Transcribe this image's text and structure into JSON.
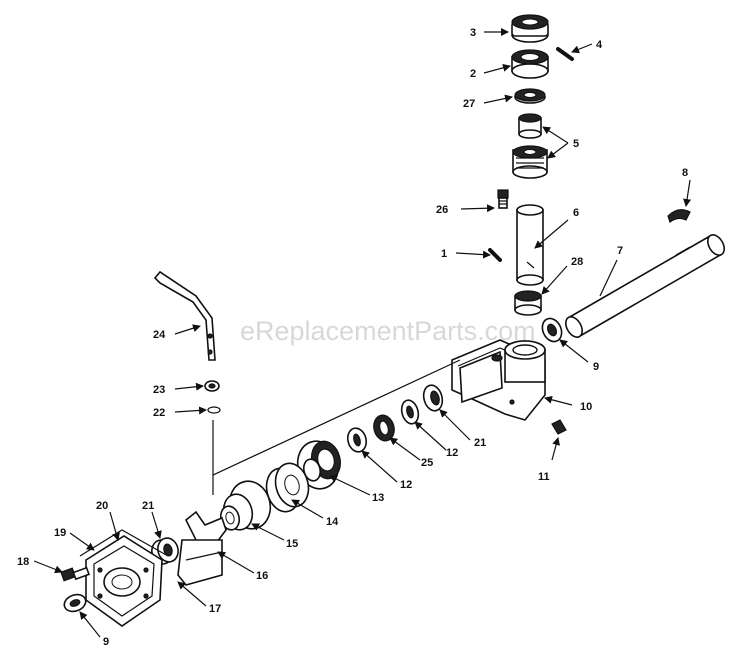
{
  "watermark": "eReplacementParts.com",
  "callouts": {
    "c1": "1",
    "c2": "2",
    "c3": "3",
    "c4": "4",
    "c5": "5",
    "c6": "6",
    "c7": "7",
    "c8": "8",
    "c9_right": "9",
    "c9_left": "9",
    "c10": "10",
    "c11": "11",
    "c12_a": "12",
    "c12_b": "12",
    "c13": "13",
    "c14": "14",
    "c15": "15",
    "c16": "16",
    "c17": "17",
    "c18": "18",
    "c19": "19",
    "c20": "20",
    "c21_right": "21",
    "c21_left": "21",
    "c22": "22",
    "c23": "23",
    "c24": "24",
    "c25": "25",
    "c26": "26",
    "c27": "27",
    "c28": "28"
  }
}
